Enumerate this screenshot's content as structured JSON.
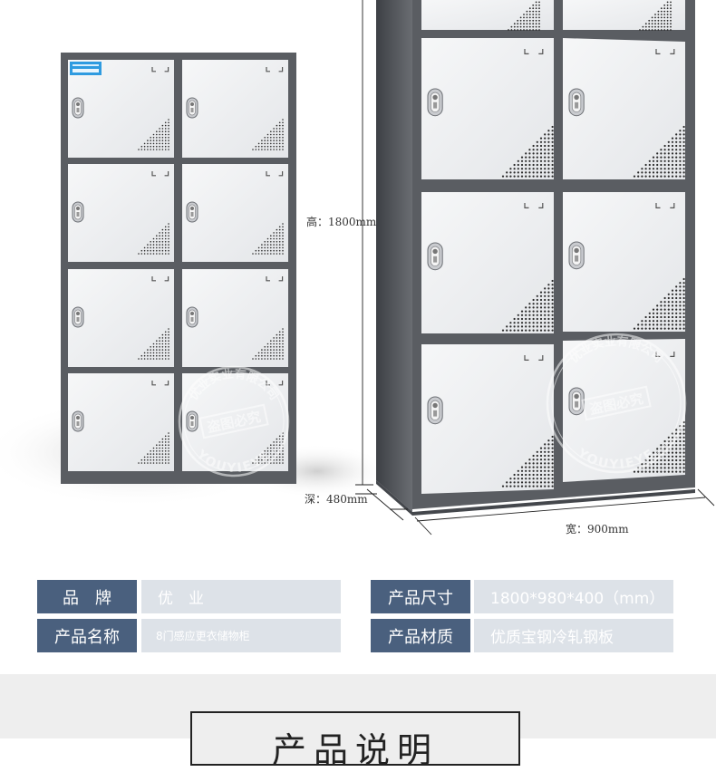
{
  "dimensions": {
    "height": "高：1800mm",
    "depth": "深：480mm",
    "width": "宽：900mm"
  },
  "watermark": {
    "top_text": "优业实业有限公司",
    "badge_text": "盗图必究",
    "bottom_text": "YOUYIEYE"
  },
  "specs": {
    "brand_label": "品　牌",
    "brand_value": "优　业",
    "name_label": "产品名称",
    "name_value": "8门感应更衣储物柜",
    "size_label": "产品尺寸",
    "size_value": "1800*980*400（mm）",
    "material_label": "产品材质",
    "material_value": "优质宝钢冷轧钢板"
  },
  "section": {
    "title": "产品说明"
  },
  "colors": {
    "cabinet_frame": "#5a5d62",
    "door": "#eff0f2",
    "spec_key_bg": "#4a607e",
    "spec_val_bg": "#dde2e8",
    "bottom_band": "#eeeeee"
  },
  "icons": [
    "lock-icon",
    "handle-icon",
    "vent-dots-icon",
    "label-plate-icon",
    "watermark-seal-icon"
  ]
}
